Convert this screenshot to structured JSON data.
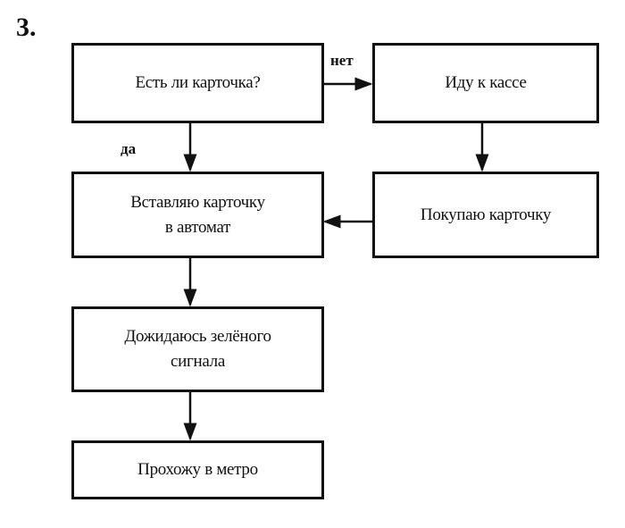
{
  "number": "3.",
  "boxes": {
    "has_card": "Есть ли карточка?",
    "go_to_cashier": "Иду к кассе",
    "insert_card_l1": "Вставляю карточку",
    "insert_card_l2": "в автомат",
    "buy_card": "Покупаю карточку",
    "wait_signal_l1": "Дожидаюсь зелёного",
    "wait_signal_l2": "сигнала",
    "enter_metro": "Прохожу в метро"
  },
  "labels": {
    "no": "нет",
    "yes": "да"
  }
}
